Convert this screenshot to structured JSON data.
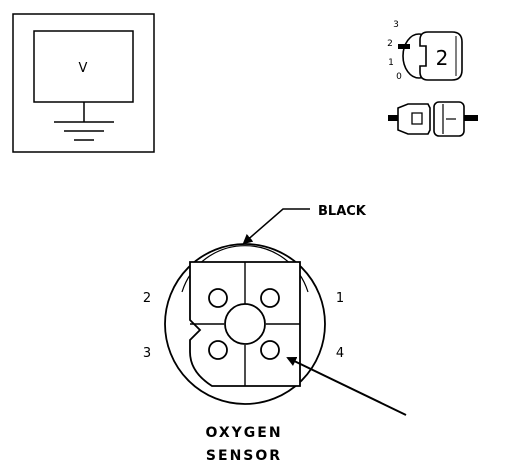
{
  "meter": {
    "display_symbol": "V"
  },
  "selector_switch": {
    "positions": [
      "3",
      "2",
      "1",
      "0"
    ],
    "selected": "2"
  },
  "wire_label": "BLACK",
  "pins": {
    "pin_1": "1",
    "pin_2": "2",
    "pin_3": "3",
    "pin_4": "4"
  },
  "caption": {
    "line1": "OXYGEN",
    "line2": "SENSOR"
  },
  "colors": {
    "ink": "#000000",
    "background": "#ffffff"
  },
  "icons": [
    "voltmeter-icon",
    "rotary-selector-icon",
    "test-lead-connector-icon",
    "arrow-pointer-icon"
  ]
}
